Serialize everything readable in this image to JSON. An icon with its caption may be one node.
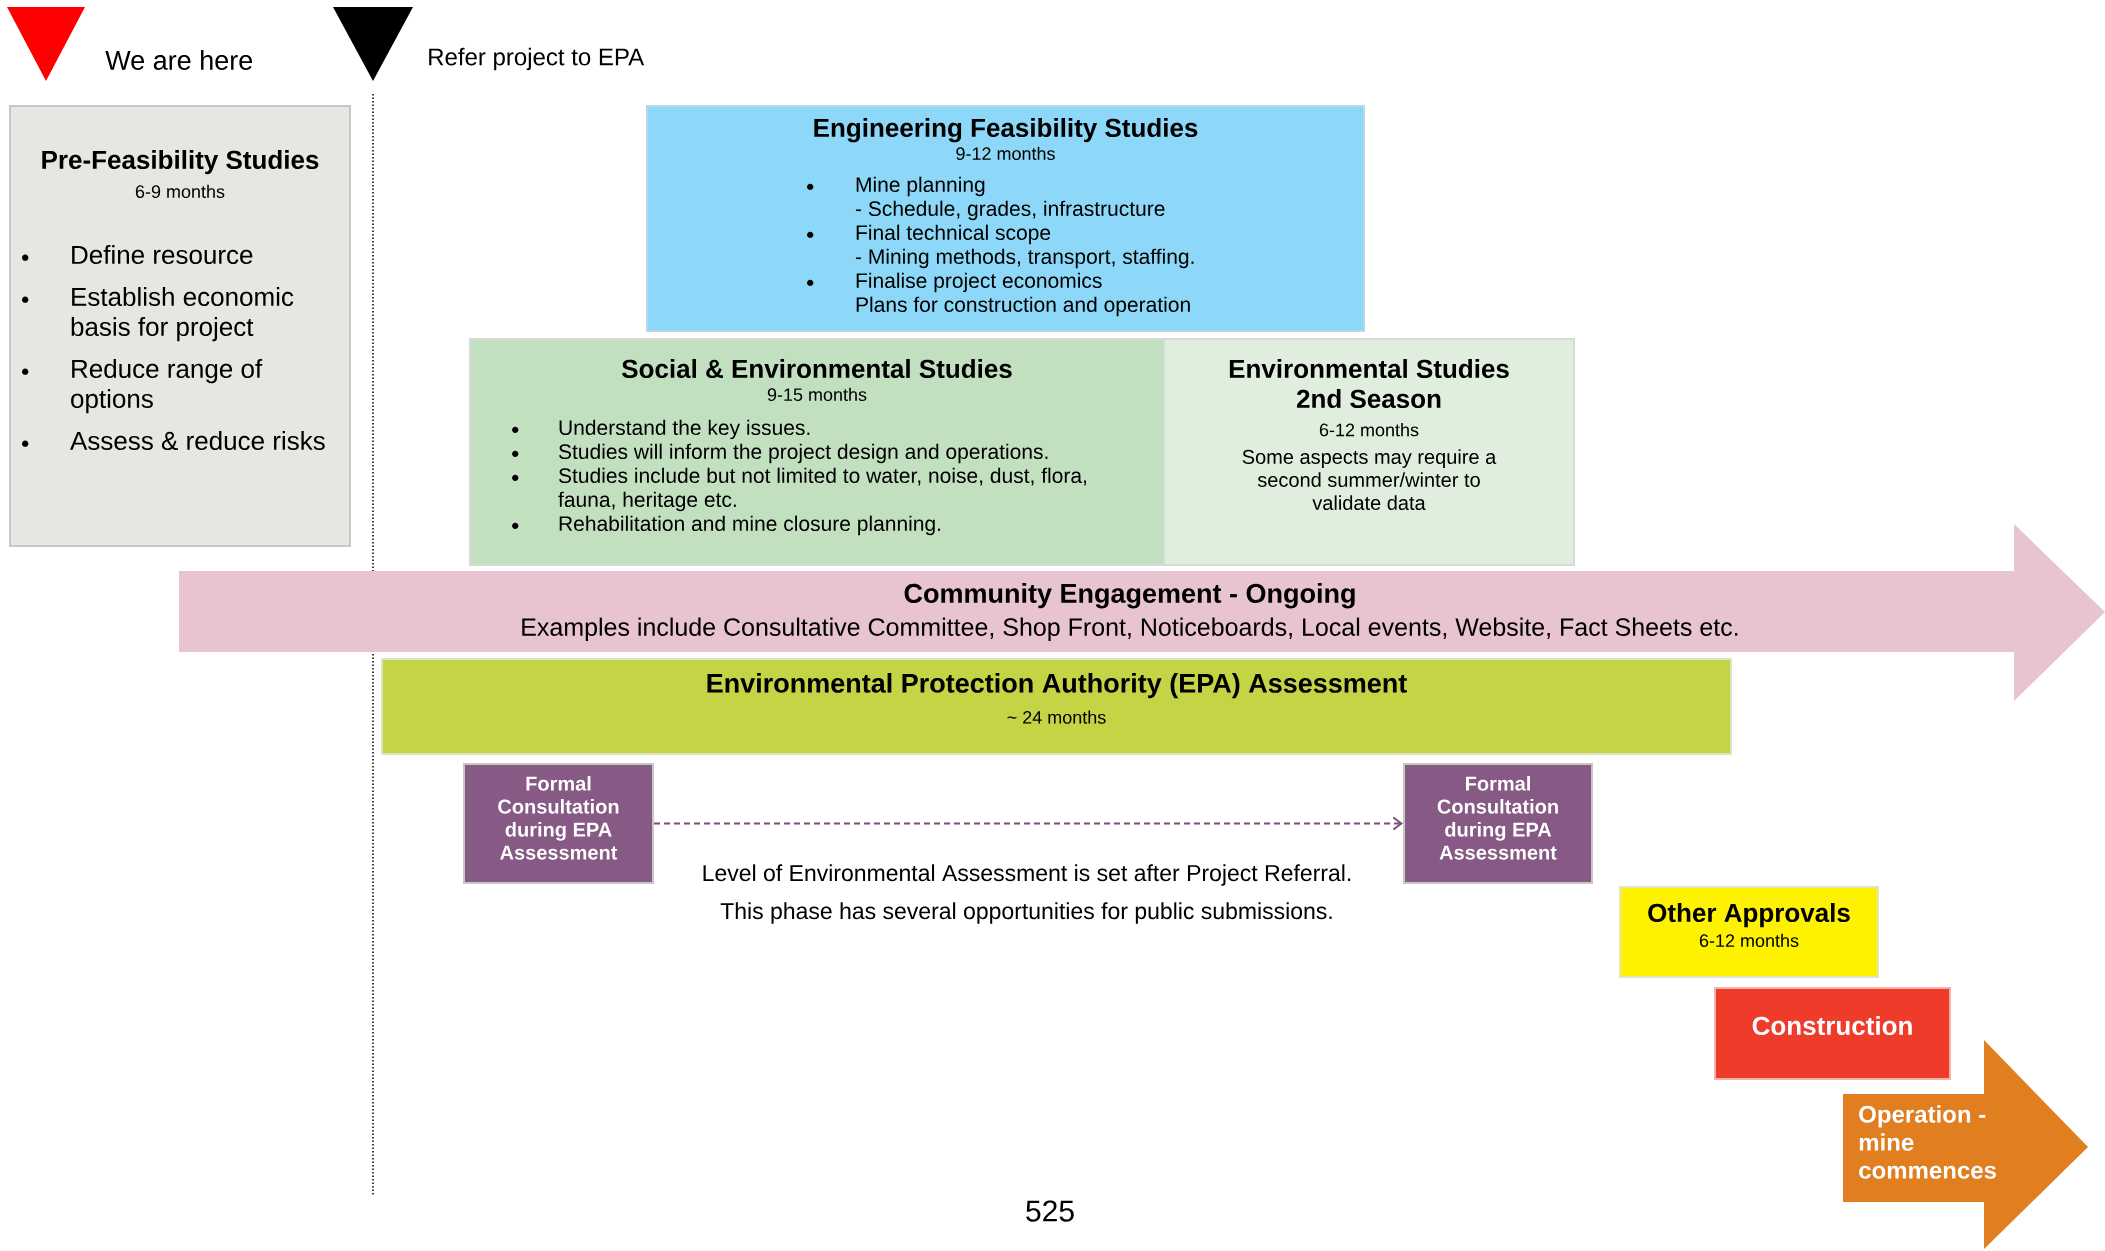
{
  "diagram": {
    "nodes": [
      {
        "text": [],
        "shape": "triangle",
        "beside": [
          "We are here"
        ]
      },
      {
        "text": [],
        "shape": "triangle",
        "beside": [
          "Refer project to EPA"
        ]
      },
      {
        "text": [
          "Pre-Feasibility Studies",
          "6-9 months",
          "Define resource",
          "Establish economic basis for project",
          "Reduce range of options",
          "Assess & reduce risks"
        ]
      },
      {
        "text": [
          "Engineering Feasibility Studies",
          "9-12 months",
          "Mine planning",
          "- Schedule, grades, infrastructure",
          "Final technical scope",
          "- Mining methods, transport, staffing.",
          "Finalise project economics",
          "Plans for construction and operation"
        ]
      },
      {
        "text": [
          "Social & Environmental Studies",
          "9-15 months",
          "Understand the key issues.",
          "Studies will inform the project design and operations.",
          "Studies include but not limited to water, noise, dust, flora, fauna, heritage etc.",
          "Rehabilitation and mine closure planning."
        ]
      },
      {
        "text": [
          "Environmental Studies 2nd Season",
          "6-12 months",
          "Some aspects may require a second summer/winter to validate data"
        ]
      },
      {
        "text": [
          "Community Engagement - Ongoing",
          "Examples include Consultative Committee, Shop Front, Noticeboards, Local events, Website, Fact Sheets etc."
        ]
      },
      {
        "text": [
          "Environmental Protection Authority (EPA) Assessment",
          "~ 24 months"
        ]
      },
      {
        "text": [
          "Formal Consultation during EPA Assessment"
        ]
      },
      {
        "text": [
          "Formal Consultation during EPA Assessment"
        ]
      },
      {
        "text": [
          "Other Approvals",
          "6-12 months"
        ]
      },
      {
        "text": [
          "Construction"
        ]
      },
      {
        "text": [
          "Operation - mine commences"
        ]
      }
    ],
    "edges": [
      {
        "from": 8,
        "to": 9,
        "arrow": "to",
        "style": "dashed",
        "color": "#7a4f7a"
      }
    ],
    "labels": [
      "Level of Environmental Assessment is set after Project Referral.",
      "This phase has several opportunities for public submissions.",
      "525"
    ]
  }
}
